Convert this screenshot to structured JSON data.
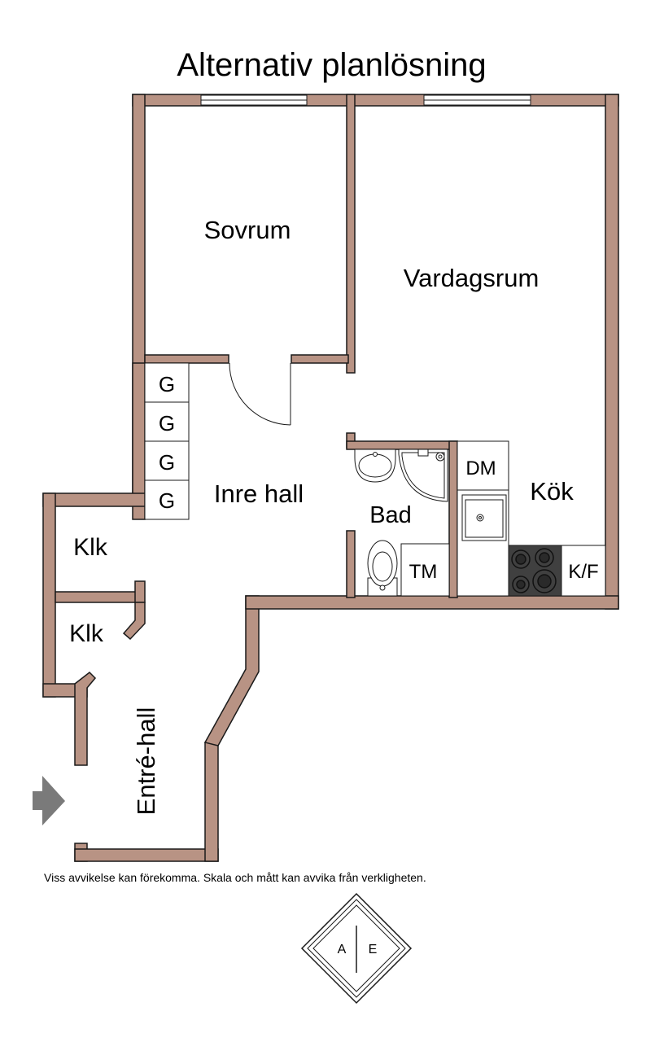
{
  "title": "Alternativ planlösning",
  "rooms": {
    "sovrum": "Sovrum",
    "vardagsrum": "Vardagsrum",
    "inre_hall": "Inre hall",
    "bad": "Bad",
    "kok": "Kök",
    "klk_upper": "Klk",
    "klk_lower": "Klk",
    "entre_hall": "Entré-hall"
  },
  "fixtures": {
    "wardrobes": [
      "G",
      "G",
      "G",
      "G"
    ],
    "dm": "DM",
    "tm": "TM",
    "kf": "K/F"
  },
  "disclaimer": "Viss avvikelse kan förekomma. Skala och mått kan avvika från verkligheten.",
  "logo": {
    "left": "A",
    "right": "E"
  },
  "colors": {
    "wall": "#b89384",
    "wall_outline": "#1a1a1a",
    "stove": "#404040"
  }
}
